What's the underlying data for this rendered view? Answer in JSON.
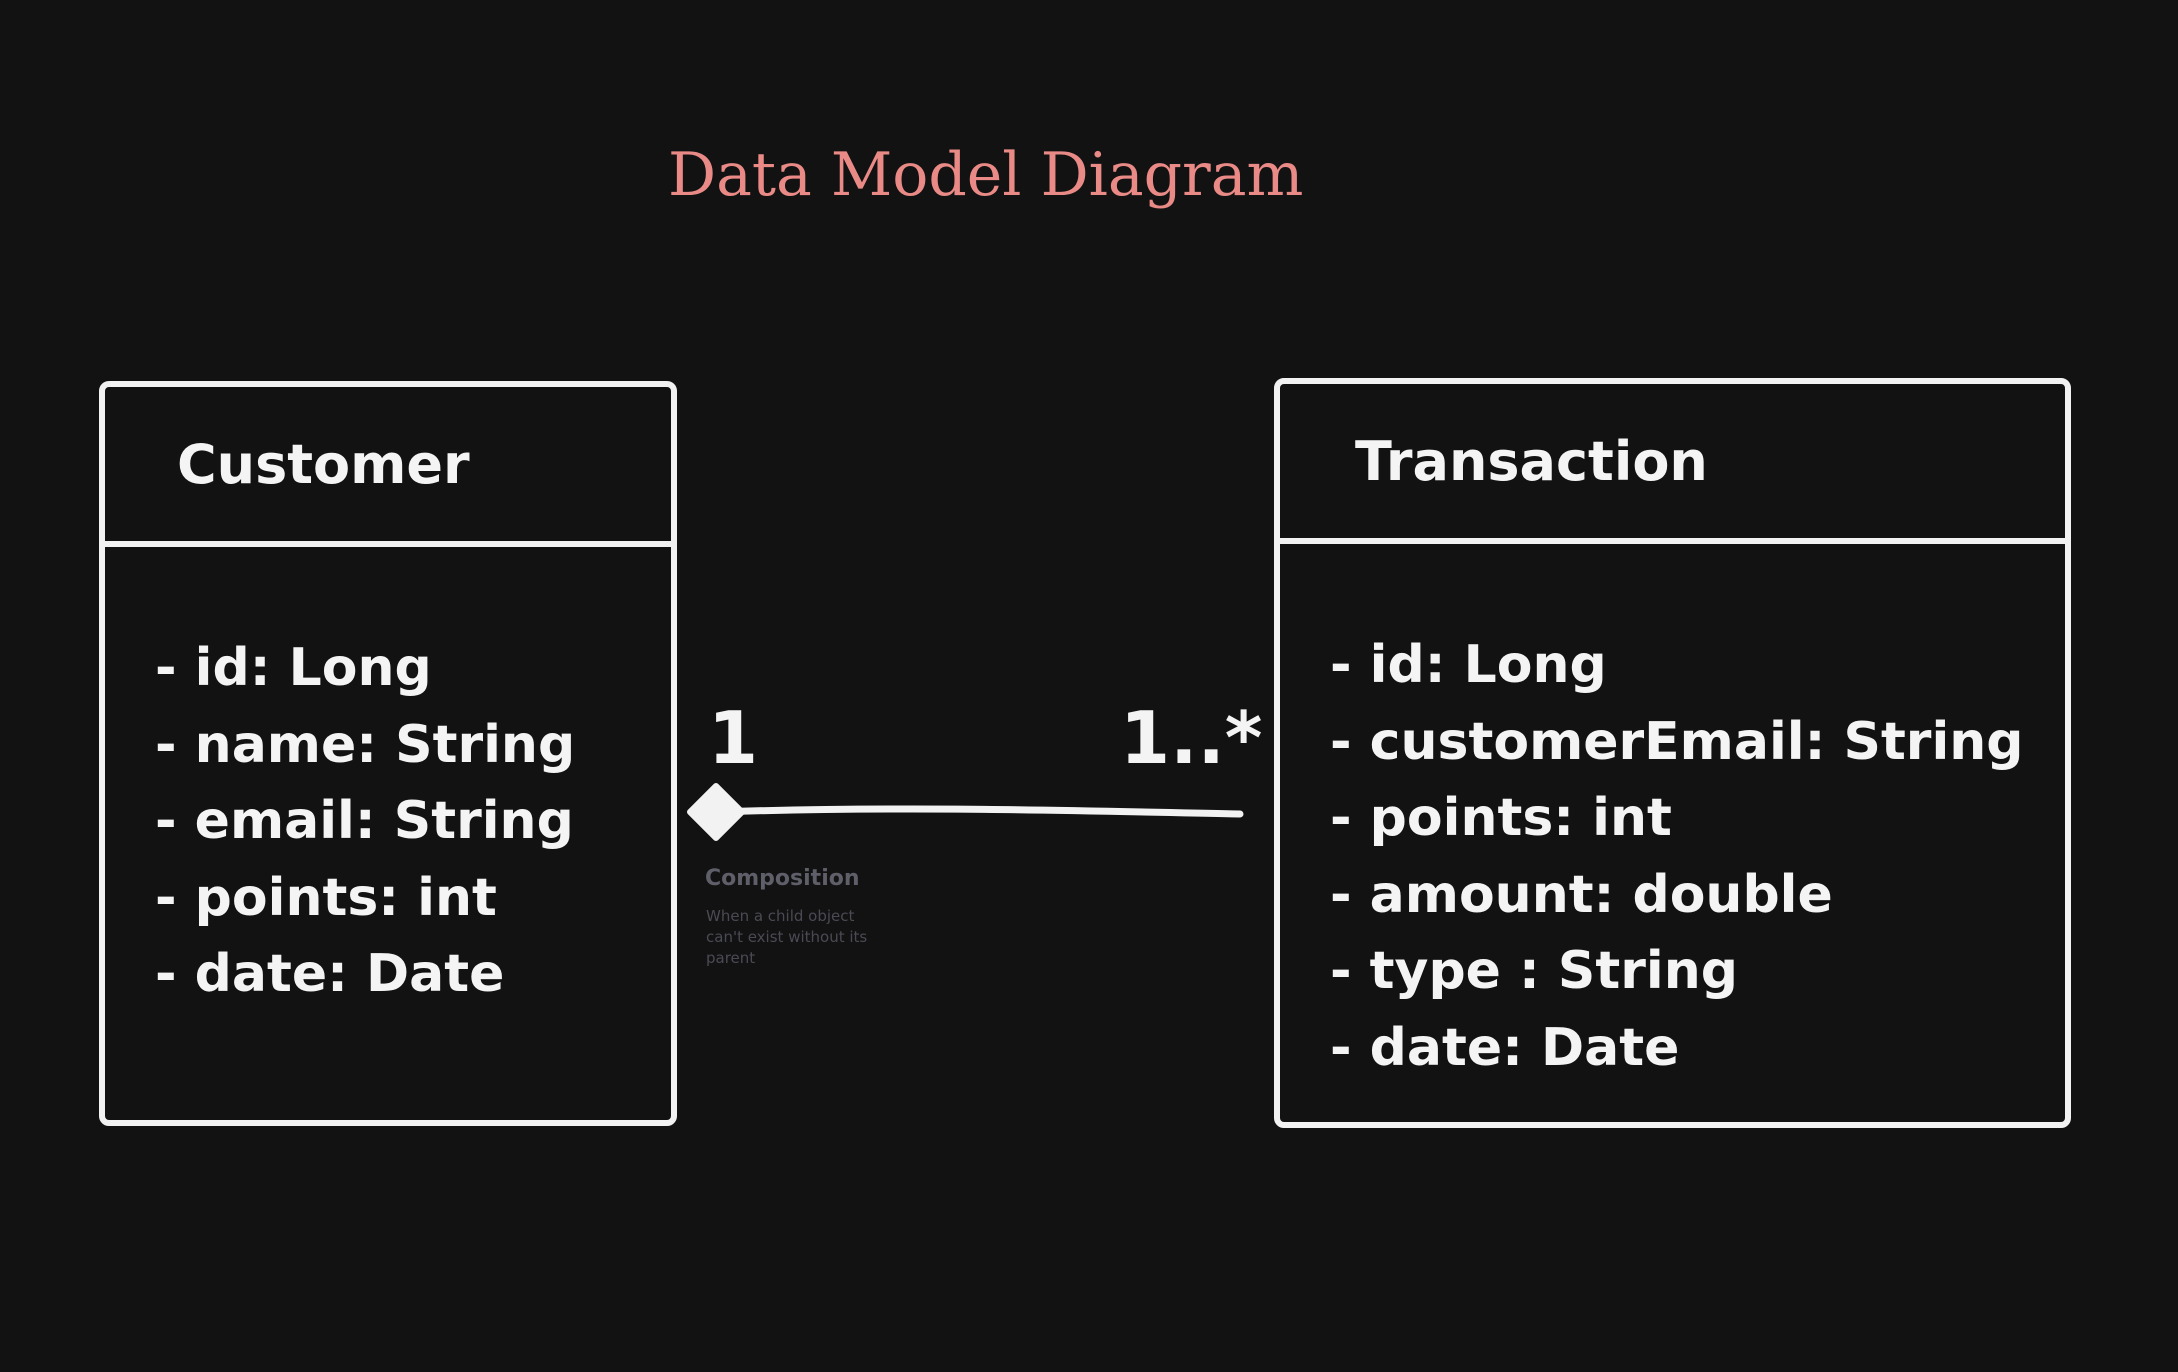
{
  "diagram": {
    "title": "Data Model Diagram",
    "title_color": "#e98a86",
    "background_color": "#121212",
    "stroke_color": "#f2f2f2",
    "classes": [
      {
        "name": "Customer",
        "attributes": [
          "- id: Long",
          "- name: String",
          "- email: String",
          "- points: int",
          "- date: Date"
        ]
      },
      {
        "name": "Transaction",
        "attributes": [
          "- id: Long",
          "- customerEmail: String",
          "- points: int",
          "- amount: double",
          "- type : String",
          "- date: Date"
        ]
      }
    ],
    "relationship": {
      "type": "composition",
      "from_multiplicity": "1",
      "to_multiplicity": "1..*",
      "note_title": "Composition",
      "note_text": "When a child object can't exist without its parent"
    }
  }
}
